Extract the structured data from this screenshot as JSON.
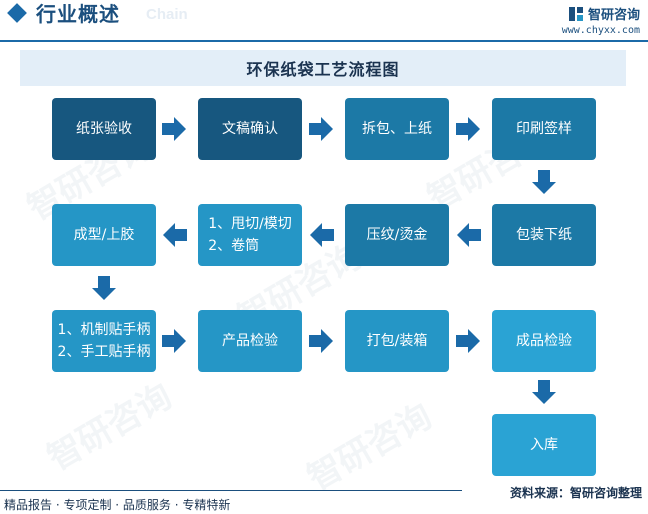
{
  "header": {
    "title": "行业概述",
    "ghost_text": "Chain",
    "brand_name": "智研咨询",
    "brand_url": "www.chyxx.com"
  },
  "diagram": {
    "title": "环保纸袋工艺流程图",
    "steps": {
      "s1": "纸张验收",
      "s2": "文稿确认",
      "s3": "拆包、上纸",
      "s4": "印刷签样",
      "s5": "包装下纸",
      "s6": "压纹/烫金",
      "s7": "1、甩切/模切\n2、卷筒",
      "s8": "成型/上胶",
      "s9": "1、机制贴手柄\n2、手工贴手柄",
      "s10": "产品检验",
      "s11": "打包/装箱",
      "s12": "成品检验",
      "s13": "入库"
    }
  },
  "watermark": "智研咨询",
  "footer": {
    "tagline": "精品报告 · 专项定制 · 品质服务 · 专精特新",
    "source": "资料来源：智研咨询整理"
  },
  "colors": {
    "brand": "#1b4f7e",
    "box_dark": "#17577f",
    "box_mid": "#1c79a6",
    "box_light": "#2596c6",
    "arrow": "#1b6aa8",
    "banner_bg": "#e3eef8"
  }
}
